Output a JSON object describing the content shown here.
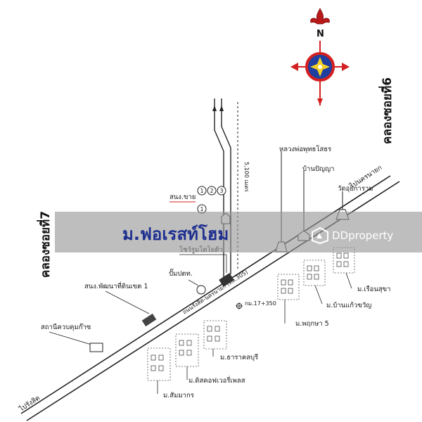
{
  "compass": {
    "north_label": "N",
    "icon": "compass-rose-icon"
  },
  "canals": {
    "left": "คลองซอยที่7",
    "right": "คลองซอยที่6"
  },
  "roads": {
    "main_road": "ถนนรังสิต-นครนายก (ทล.305)",
    "to_nakhon_nayok": "ไปนครนายก",
    "to_rangsit": "ไปรังสิต",
    "side_road_distance": "5,100 เมตร",
    "km_marker": "กม.17+350"
  },
  "landmarks": {
    "luang_pho": "หลวงพ่อพุทธโสธร",
    "ban_panya": "บ้านปัญญา",
    "wat": "วัดอุยิการาม",
    "gas_station": "สนง.ขาย",
    "toyota": "โชว์รูมโตโยต้า",
    "pump": "ปั๊มปตท.",
    "land_office": "สนง.พัฒนาที่ดินเขต 1",
    "police": "สถานีควบคุมก๊าซ"
  },
  "markers": [
    "1",
    "2",
    "3"
  ],
  "marker_single": "1",
  "villages": {
    "ruean_sukha": "ม.เรือนสุขา",
    "ban_kaew": "ม.บ้านแก้วขวัญ",
    "phruksa": "ม.พฤกษา 5",
    "thara": "ม.ธาราคลบุรี",
    "dista": "ม.ดิสคอฟเวอรี่เพลส",
    "sammakorn": "ม.สัมมากร"
  },
  "project_title": "ม.ฟอเรสท์โฮม",
  "watermark": "DDproperty",
  "colors": {
    "title": "#1e2f8f",
    "banner": "#969696",
    "compass_red": "#d42020",
    "compass_blue": "#1f3fa0",
    "compass_yellow": "#f5d020"
  }
}
